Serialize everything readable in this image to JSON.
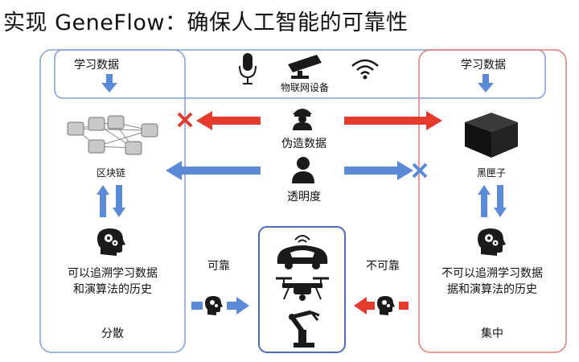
{
  "title": "实现 GeneFlow：确保人工智能的可靠性",
  "colors": {
    "blue": "#5b8ad8",
    "red": "#e53a2e",
    "frame_blue": "#7ea0d8",
    "frame_red": "#e07a72",
    "dark": "#1a1a1a"
  },
  "top_bar": {
    "left_label": "学习数据",
    "right_label": "学习数据",
    "center_label": "物联网设备"
  },
  "left_panel": {
    "node_label": "区块链",
    "description_line1": "可以追溯学习数据",
    "description_line2": "和演算法的历史",
    "footer": "分散"
  },
  "right_panel": {
    "node_label": "黑匣子",
    "description_line1": "不可以追溯学习数据",
    "description_line2": "据和演算法的历史",
    "footer": "集中"
  },
  "center": {
    "fake_data_label": "伪造数据",
    "transparency_label": "透明度"
  },
  "bottom": {
    "reliable_label": "可靠",
    "unreliable_label": "不可靠"
  },
  "icons": [
    "microphone-icon",
    "camera-icon",
    "wifi-signal-icon",
    "hacker-icon",
    "person-icon",
    "blockchain-icon",
    "cube-icon",
    "brain-head-icon",
    "autonomous-car-icon",
    "drone-icon",
    "robot-arm-icon",
    "cross-icon"
  ]
}
